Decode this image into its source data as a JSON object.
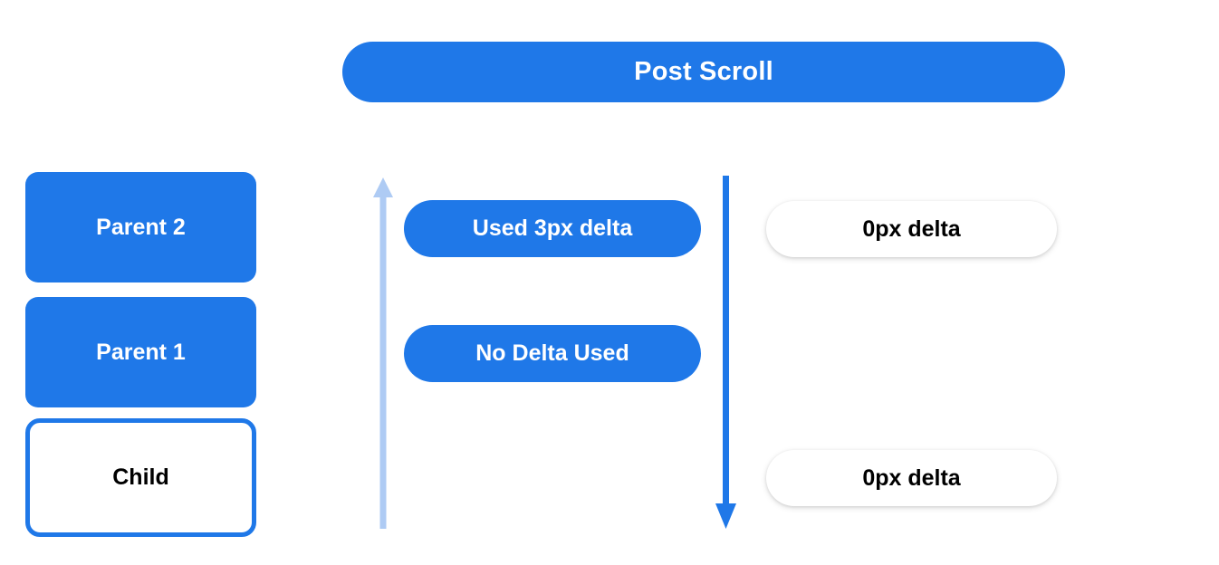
{
  "banner": {
    "title": "Post Scroll",
    "color": "#1f78e8",
    "text_color": "#ffffff"
  },
  "boxes": [
    {
      "label": "Parent 2",
      "style": "filled",
      "fill": "#1f78e8",
      "text_color": "#ffffff"
    },
    {
      "label": "Parent 1",
      "style": "filled",
      "fill": "#1f78e8",
      "text_color": "#ffffff"
    },
    {
      "label": "Child",
      "style": "outlined",
      "fill": "#ffffff",
      "border": "#1f78e8",
      "text_color": "#000000"
    }
  ],
  "middle_pills": [
    {
      "label": "Used 3px delta",
      "fill": "#1f78e8",
      "text_color": "#ffffff"
    },
    {
      "label": "No Delta Used",
      "fill": "#1f78e8",
      "text_color": "#ffffff"
    }
  ],
  "right_pills": [
    {
      "label": "0px delta",
      "fill": "#ffffff",
      "text_color": "#000000"
    },
    {
      "label": "0px delta",
      "fill": "#ffffff",
      "text_color": "#000000"
    }
  ],
  "arrows": [
    {
      "name": "up-arrow",
      "direction": "up",
      "color": "#aecbf4"
    },
    {
      "name": "down-arrow",
      "direction": "down",
      "color": "#1f78e8"
    }
  ]
}
